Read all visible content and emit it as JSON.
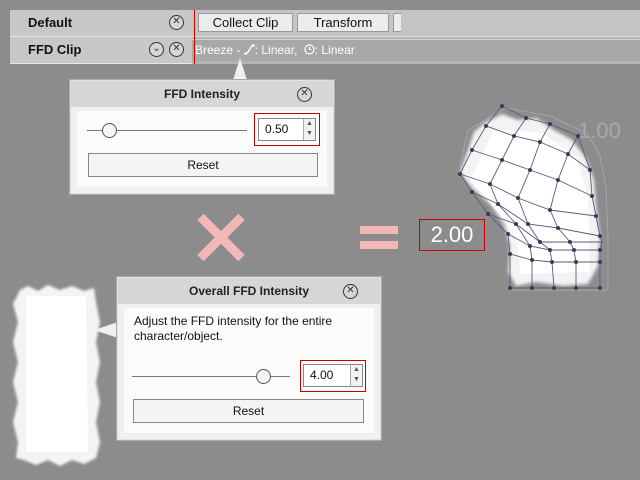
{
  "timeline": {
    "tracks": [
      {
        "label": "Default"
      },
      {
        "label": "FFD Clip"
      }
    ],
    "buttons": {
      "collect_clip": "Collect Clip",
      "transform": "Transform"
    },
    "clip": {
      "name": "Breeze",
      "separator": " - ",
      "curve1_text": ": Linear,",
      "curve2_text": ": Linear"
    }
  },
  "ffd_dialog": {
    "title": "FFD Intensity",
    "value": "0.50",
    "slider_fraction": 0.14,
    "reset_label": "Reset"
  },
  "overall_dialog": {
    "title": "Overall FFD Intensity",
    "description": "Adjust the FFD intensity for the entire character/object.",
    "value": "4.00",
    "slider_fraction": 0.83,
    "reset_label": "Reset"
  },
  "result": {
    "value": "2.00",
    "ghost_value": "1.00"
  },
  "icons": {
    "close": "close-circle-icon",
    "collapse": "chevron-down-circle-icon",
    "curve": "ease-curve-icon",
    "clock": "clock-icon",
    "spin_up": "spin-up-icon",
    "spin_down": "spin-down-icon"
  },
  "colors": {
    "background": "#8c8c8c",
    "highlight_red": "#c40000",
    "operator_pink": "#f2b8b8"
  }
}
